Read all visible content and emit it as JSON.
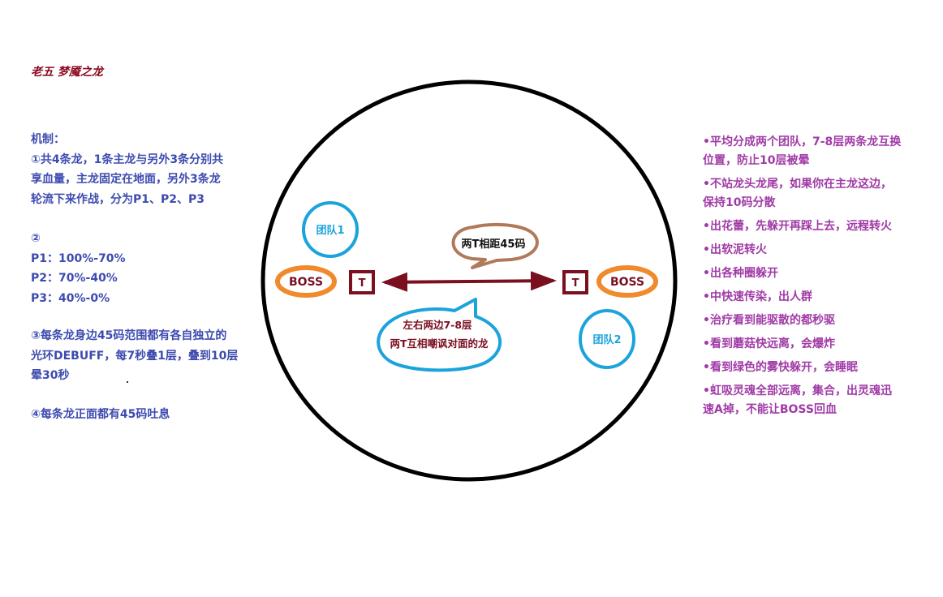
{
  "title": "老五 梦魇之龙",
  "mechanics": {
    "heading": "机制：",
    "point1": [
      "①共4条龙，1条主龙与另外3条分别共",
      "享血量，主龙固定在地面，另外3条龙",
      "轮流下来作战，分为P1、P2、P3"
    ],
    "point2_marker": "②",
    "phases": [
      "P1：100%-70%",
      "P2：70%-40%",
      "P3：40%-0%"
    ],
    "point3": [
      "③每条龙身边45码范围都有各自独立的",
      "光环DEBUFF，每7秒叠1层，叠到10层",
      "晕30秒"
    ],
    "point4": "④每条龙正面都有45码吐息"
  },
  "diagram": {
    "team1": "团队1",
    "team2": "团队2",
    "boss_left": "BOSS",
    "boss_right": "BOSS",
    "tank_left": "T",
    "tank_right": "T",
    "bubble_distance": "两T相距45码",
    "bubble_stack_line1": "左右两边7-8层",
    "bubble_stack_line2": "两T互相嘲讽对面的龙"
  },
  "tips": [
    [
      "•平均分成两个团队，7-8层两条龙互换",
      "位置，防止10层被晕"
    ],
    [
      "•不站龙头龙尾，如果你在主龙这边，",
      "保持10码分散"
    ],
    [
      "•出花蕾，先躲开再踩上去，远程转火"
    ],
    [
      "•出软泥转火"
    ],
    [
      "•出各种圈躲开"
    ],
    [
      "•中快速传染，出人群"
    ],
    [
      "•治疗看到能驱散的都秒驱"
    ],
    [
      "•看到蘑菇快远离，会爆炸"
    ],
    [
      "•看到绿色的雾快躲开，会睡眠"
    ],
    [
      "•虹吸灵魂全部远离，集合，出灵魂迅",
      "速A掉，不能让BOSS回血"
    ]
  ],
  "colors": {
    "title": "#8b0a1e",
    "mechanics_text": "#3d4bb0",
    "tips_text": "#a03aa6",
    "team_circle": "#1ba3dc",
    "boss_oval": "#f08a2c",
    "tank_box": "#7a0f20",
    "arrow": "#7a0f20",
    "distance_bubble": "#b07a5a",
    "stack_bubble": "#1ba3dc"
  }
}
